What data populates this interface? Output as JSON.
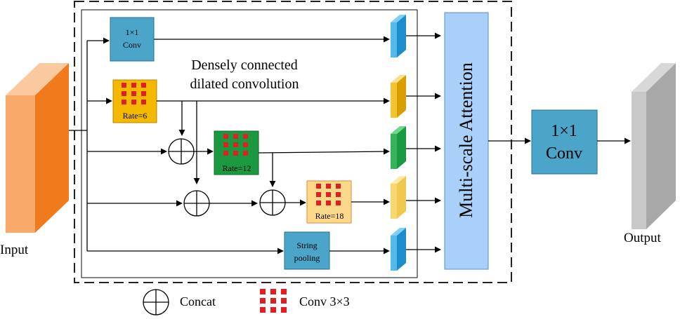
{
  "labels": {
    "input": "Input",
    "output": "Output",
    "title_line1": "Densely connected",
    "title_line2": "dilated convolution",
    "conv1_line1": "1×1",
    "conv1_line2": "Conv",
    "rate6": "Rate=6",
    "rate12": "Rate=12",
    "rate18": "Rate=18",
    "pool_line1": "String",
    "pool_line2": "pooling",
    "attention": "Multi-scale Attention",
    "final_conv_line1": "1×1",
    "final_conv_line2": "Conv"
  },
  "legend": {
    "concat": "Concat",
    "conv3x3": "Conv 3×3"
  },
  "colors": {
    "input_front": "#f07a1c",
    "input_side": "#f8a868",
    "conv_blue": "#4aa5c8",
    "rate6_fill": "#f5b800",
    "rate12_fill": "#1a9940",
    "rate18_fill": "#fcd98a",
    "kernel_red": "#e02020",
    "attention_fill": "#a8d0f8",
    "feat_blue": "#1c8ccc",
    "feat_gold": "#d7a000",
    "feat_green": "#1a9a40",
    "feat_yellow": "#f0c850",
    "output_gray": "#b8b8b8"
  }
}
